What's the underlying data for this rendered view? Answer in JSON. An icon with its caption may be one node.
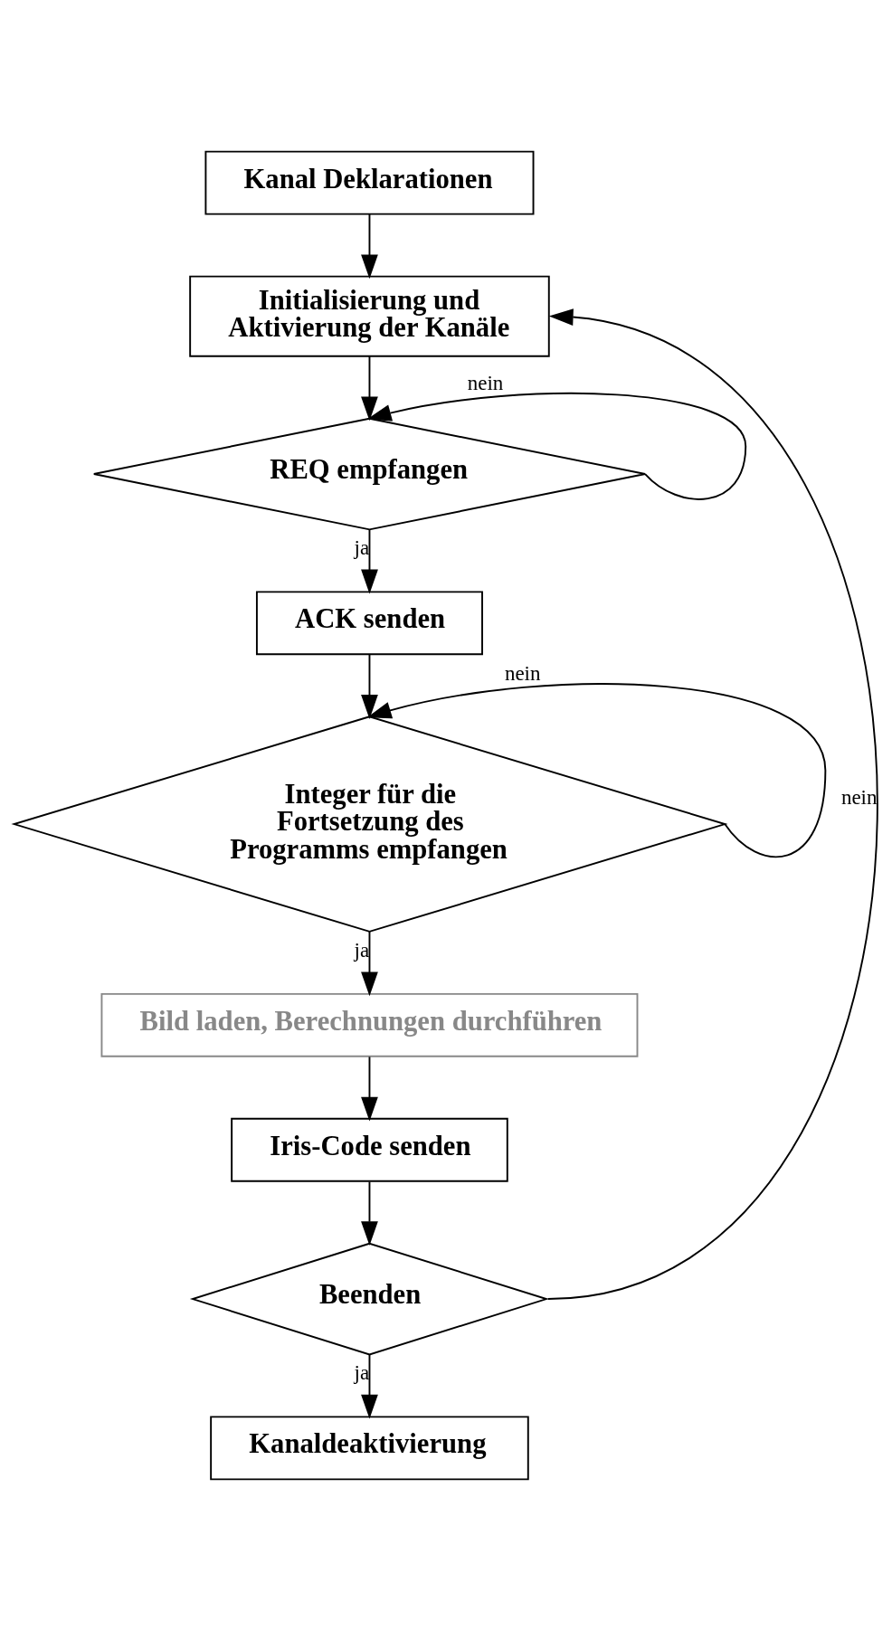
{
  "diagram": {
    "nodes": [
      {
        "text": [
          "Kanal Deklarationen"
        ]
      },
      {
        "text": [
          "Initialisierung und Aktivierung der Kanäle"
        ]
      },
      {
        "text": [
          "REQ empfangen"
        ]
      },
      {
        "text": [
          "ACK senden"
        ]
      },
      {
        "text": [
          "Integer für die Fortsetzung des Programms empfangen"
        ]
      },
      {
        "text": [
          "Bild laden, Berechnungen durchführen"
        ]
      },
      {
        "text": [
          "Iris-Code senden"
        ]
      },
      {
        "text": [
          "Beenden"
        ]
      },
      {
        "text": [
          "Kanaldeaktivierung"
        ]
      }
    ],
    "edges": [
      {
        "from": 0,
        "to": 1,
        "arrow": "to"
      },
      {
        "from": 1,
        "to": 2,
        "arrow": "to"
      },
      {
        "from": 2,
        "to": 2,
        "arrow": "to",
        "label": "nein"
      },
      {
        "from": 2,
        "to": 3,
        "arrow": "to",
        "label": "ja"
      },
      {
        "from": 3,
        "to": 4,
        "arrow": "to"
      },
      {
        "from": 4,
        "to": 4,
        "arrow": "to",
        "label": "nein"
      },
      {
        "from": 4,
        "to": 5,
        "arrow": "to",
        "label": "ja"
      },
      {
        "from": 5,
        "to": 6,
        "arrow": "to"
      },
      {
        "from": 6,
        "to": 7,
        "arrow": "to"
      },
      {
        "from": 7,
        "to": 1,
        "arrow": "to",
        "label": "nein"
      },
      {
        "from": 7,
        "to": 8,
        "arrow": "to",
        "label": "ja"
      }
    ]
  }
}
